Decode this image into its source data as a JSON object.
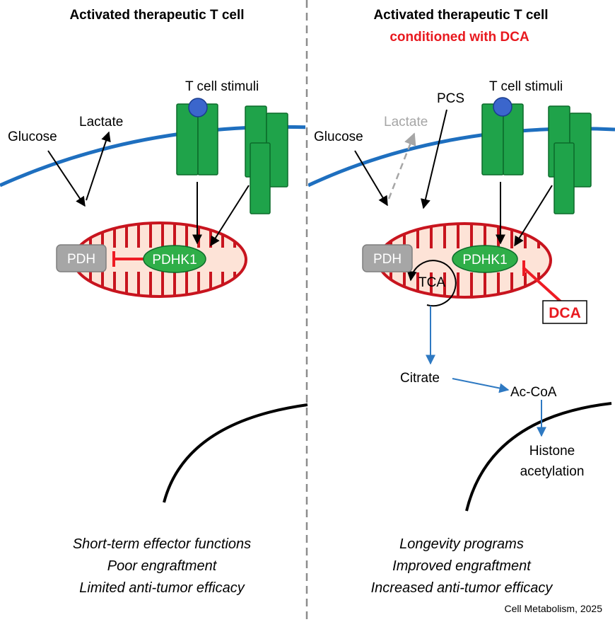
{
  "left_panel": {
    "title": "Activated therapeutic T cell",
    "t_cell_stimuli": "T cell stimuli",
    "glucose": "Glucose",
    "lactate": "Lactate",
    "pdh": "PDH",
    "pdhk1": "PDHK1",
    "outcomes": [
      "Short-term effector functions",
      "Poor engraftment",
      "Limited anti-tumor efficacy"
    ]
  },
  "right_panel": {
    "title": "Activated therapeutic T cell",
    "subtitle": "conditioned with DCA",
    "t_cell_stimuli": "T cell stimuli",
    "pcs": "PCS",
    "glucose": "Glucose",
    "lactate": "Lactate",
    "pdh": "PDH",
    "pdhk1": "PDHK1",
    "tca": "TCA",
    "dca": "DCA",
    "citrate": "Citrate",
    "ac_coa": "Ac-CoA",
    "histone_line1": "Histone",
    "histone_line2": "acetylation",
    "outcomes": [
      "Longevity programs",
      "Improved engraftment",
      "Increased anti-tumor efficacy"
    ]
  },
  "source": "Cell Metabolism, 2025",
  "colors": {
    "membrane": "#1e6fbf",
    "receptor": "#1fa34a",
    "receptor_dark": "#0b6b2a",
    "ligand": "#3b66cc",
    "mito_fill": "#fde3d7",
    "mito_stroke": "#c8141e",
    "pdh_box": "#a6a6a6",
    "pdhk1_fill": "#2fae48",
    "inhibit": "#ee1c24",
    "blue_arrow": "#2e79c2",
    "grey_arrow": "#a6a6a6",
    "subtitle": "#e8191f"
  }
}
